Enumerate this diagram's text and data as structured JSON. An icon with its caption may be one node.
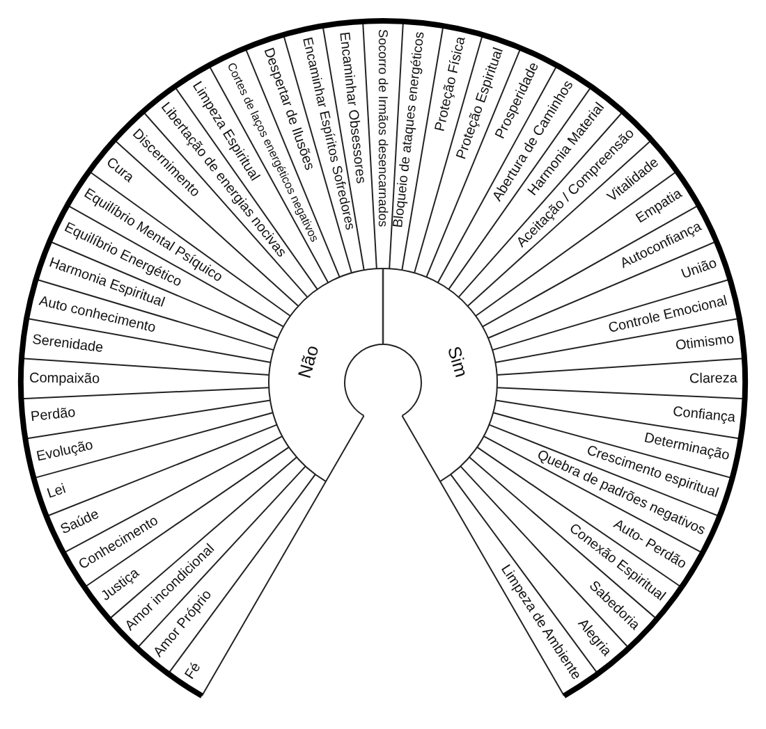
{
  "diagram": {
    "nodes": [
      {
        "text": [
          "Fé"
        ]
      },
      {
        "text": [
          "Amor Próprio"
        ]
      },
      {
        "text": [
          "Amor incondicional"
        ]
      },
      {
        "text": [
          "Justiça"
        ]
      },
      {
        "text": [
          "Conhecimento"
        ]
      },
      {
        "text": [
          "Saúde"
        ]
      },
      {
        "text": [
          "Lei"
        ]
      },
      {
        "text": [
          "Evolução"
        ]
      },
      {
        "text": [
          "Perdão"
        ]
      },
      {
        "text": [
          "Compaixão"
        ]
      },
      {
        "text": [
          "Serenidade"
        ]
      },
      {
        "text": [
          "Auto conhecimento"
        ]
      },
      {
        "text": [
          "Harmonia Espiritual"
        ]
      },
      {
        "text": [
          "Equilíbrio Energético"
        ]
      },
      {
        "text": [
          "Equilíbrio Mental Psíquico"
        ]
      },
      {
        "text": [
          "Cura"
        ]
      },
      {
        "text": [
          "Discernimento"
        ]
      },
      {
        "text": [
          "Libertação de energias nocivas"
        ]
      },
      {
        "text": [
          "Limpeza Espiritual"
        ]
      },
      {
        "text": [
          "Cortes de laços energéticos negativos"
        ]
      },
      {
        "text": [
          "Despertar de Ilusões"
        ]
      },
      {
        "text": [
          "Encaminhar Espíritos Sofredores"
        ]
      },
      {
        "text": [
          "Encaminhar Obsessores"
        ]
      },
      {
        "text": [
          "Socorro de Irmãos desencarnados"
        ]
      },
      {
        "text": [
          "Bloqueio de ataques energéticos"
        ]
      },
      {
        "text": [
          "Proteção Física"
        ]
      },
      {
        "text": [
          "Proteção Espiritual"
        ]
      },
      {
        "text": [
          "Prosperidade"
        ]
      },
      {
        "text": [
          "Abertura de Caminhos"
        ]
      },
      {
        "text": [
          "Harmonia Material"
        ]
      },
      {
        "text": [
          "Aceitação / Compreensão"
        ]
      },
      {
        "text": [
          "Vitalidade"
        ]
      },
      {
        "text": [
          "Empatia"
        ]
      },
      {
        "text": [
          "Autoconfiança"
        ]
      },
      {
        "text": [
          "União"
        ]
      },
      {
        "text": [
          "Controle Emocional"
        ]
      },
      {
        "text": [
          "Otimismo"
        ]
      },
      {
        "text": [
          "Clareza"
        ]
      },
      {
        "text": [
          "Confiança"
        ]
      },
      {
        "text": [
          "Determinação"
        ]
      },
      {
        "text": [
          "Crescimento espiritual"
        ]
      },
      {
        "text": [
          "Quebra de padrões negativos"
        ]
      },
      {
        "text": [
          "Auto- Perdão"
        ]
      },
      {
        "text": [
          "Conexão Espiritual"
        ]
      },
      {
        "text": [
          "Sabedoria"
        ]
      },
      {
        "text": [
          "Alegria"
        ]
      },
      {
        "text": [
          "Limpeza de Ambiente"
        ]
      },
      {
        "text": [
          "Não"
        ]
      },
      {
        "text": [
          "Sim"
        ]
      }
    ]
  }
}
